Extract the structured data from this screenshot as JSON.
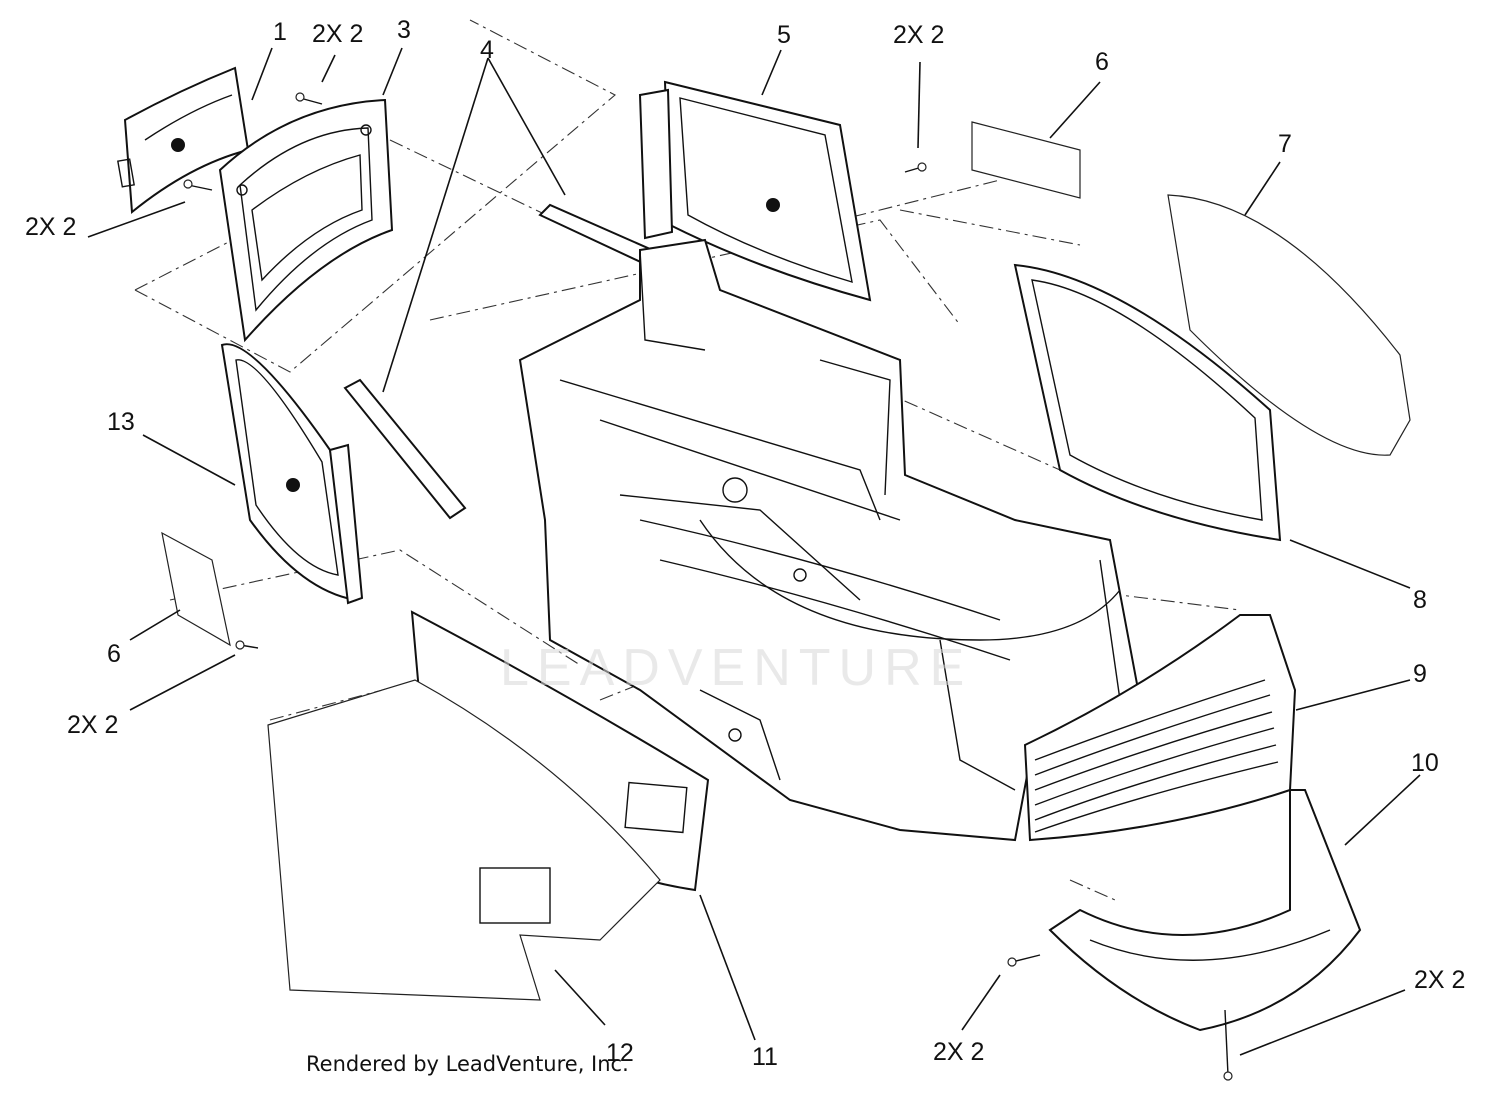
{
  "callouts": [
    {
      "id": "c1",
      "text": "1"
    },
    {
      "id": "c2a",
      "text": "2X 2"
    },
    {
      "id": "c3",
      "text": "3"
    },
    {
      "id": "c4",
      "text": "4"
    },
    {
      "id": "c5",
      "text": "5"
    },
    {
      "id": "c2b",
      "text": "2X 2"
    },
    {
      "id": "c6a",
      "text": "6"
    },
    {
      "id": "c7",
      "text": "7"
    },
    {
      "id": "c2c",
      "text": "2X 2"
    },
    {
      "id": "c13",
      "text": "13"
    },
    {
      "id": "c8",
      "text": "8"
    },
    {
      "id": "c6b",
      "text": "6"
    },
    {
      "id": "c9",
      "text": "9"
    },
    {
      "id": "c2d",
      "text": "2X 2"
    },
    {
      "id": "c10",
      "text": "10"
    },
    {
      "id": "c2e",
      "text": "2X 2"
    },
    {
      "id": "c12",
      "text": "12"
    },
    {
      "id": "c11",
      "text": "11"
    },
    {
      "id": "c2f",
      "text": "2X 2"
    }
  ],
  "credit": "Rendered by LeadVenture, Inc.",
  "watermark": "LEADVENTURE"
}
